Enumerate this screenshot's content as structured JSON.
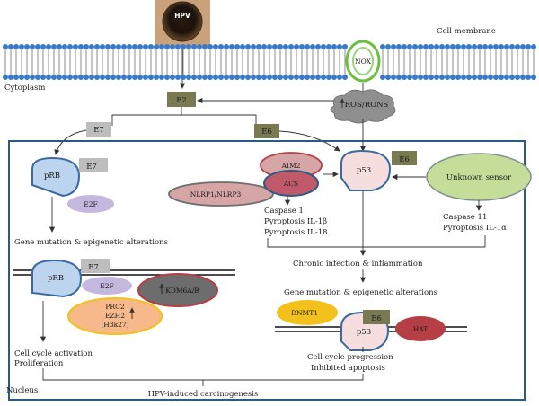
{
  "virus": {
    "label": "HPV"
  },
  "labels": {
    "cell_membrane": "Cell membrane",
    "cytoplasm": "Cytoplasm",
    "nucleus": "Nucleus",
    "nox": "NOX",
    "ros": "ROS/RONS",
    "e2": "E2",
    "e7_top": "E7",
    "e6_top": "E6",
    "prb_top": "pRB",
    "e7_prb_top": "E7",
    "e2f_top": "E2F",
    "gene_mut_left": "Gene mutation & epigenetic alterations",
    "prb_mid": "pRB",
    "e7_mid": "E7",
    "e2f_mid": "E2F",
    "kdm": "KDM6A/B",
    "prc2": "PRC2",
    "ezh2": "EZH2",
    "h3k27": "(H3k27)",
    "cell_cycle_act": "Cell cycle activation",
    "proliferation": "Proliferation",
    "aim2": "AIM2",
    "acs": "ACS",
    "nlrp": "NLRP1/NLRP3",
    "caspase1": "Caspase 1",
    "pyro_il1b": "Pyroptosis IL-1β",
    "pyro_il18": "Pyroptosis IL-18",
    "p53_top": "p53",
    "e6_p53_top": "E6",
    "unknown_sensor": "Unknown sensor",
    "caspase11": "Caspase 11",
    "pyro_il1a": "Pyroptosis IL-1α",
    "chronic": "Chronic infection & inflammation",
    "gene_mut_right": "Gene mutation & epigenetic alterations",
    "dnmt1": "DNMT1",
    "e6_bottom": "E6",
    "p53_bottom": "p53",
    "hat": "HAT",
    "cell_cycle_prog": "Cell cycle progression",
    "inhibited_apop": "Inhibited apoptosis",
    "carcinogenesis": "HPV-induced carcinogenesis"
  },
  "colors": {
    "membrane_blue": "#3a79c8",
    "protein_box": "#7a7a52",
    "grey_box": "#bdbdbd",
    "prb_fill": "#bcd4ee",
    "p53_fill": "#f6dede",
    "e2f_fill": "#c5b8de",
    "kdm_fill": "#6d6d6d",
    "prc2_fill": "#f8b98a",
    "prc2_border": "#f2c11c",
    "nlrp_fill": "#d6a6a6",
    "acs_fill": "#c05a6a",
    "unknown_fill": "#c6dd9a",
    "dnmt1_fill": "#f2c11c",
    "hat_fill": "#b63e45",
    "nucleus_border": "#2a5a86"
  }
}
